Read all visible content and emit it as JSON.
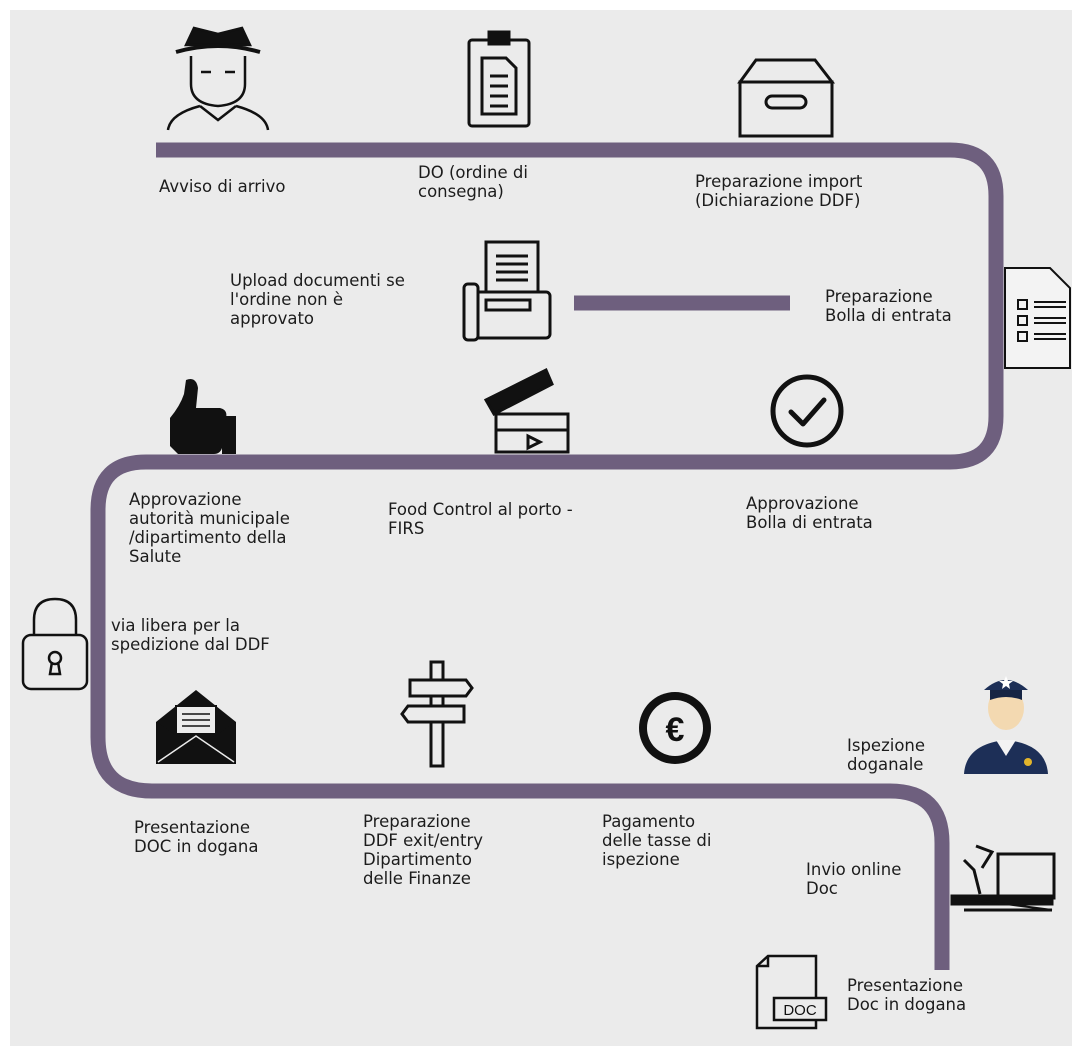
{
  "colors": {
    "path": "#6e5f7e",
    "background": "#ebebeb",
    "icon": "#111111"
  },
  "steps": [
    {
      "id": "avviso",
      "icon": "man-with-hat-icon",
      "lines": [
        "Avviso di arrivo"
      ]
    },
    {
      "id": "do",
      "icon": "clipboard-icon",
      "lines": [
        "DO (ordine di",
        "consegna)"
      ]
    },
    {
      "id": "prep-import",
      "icon": "archive-box-icon",
      "lines": [
        "Preparazione import",
        "(Dichiarazione DDF)"
      ]
    },
    {
      "id": "bolla-prep",
      "icon": "checklist-document-icon",
      "lines": [
        "Preparazione",
        "Bolla di entrata"
      ]
    },
    {
      "id": "upload",
      "icon": "fax-machine-icon",
      "lines": [
        "Upload documenti se",
        "l'ordine non è",
        "approvato"
      ]
    },
    {
      "id": "approv-mun",
      "icon": "thumbs-up-icon",
      "lines": [
        "Approvazione",
        "autorità municipale",
        "/dipartimento della",
        "Salute"
      ]
    },
    {
      "id": "food-control",
      "icon": "clapperboard-icon",
      "lines": [
        "Food Control al porto -",
        "FIRS"
      ]
    },
    {
      "id": "approv-bolla",
      "icon": "check-circle-icon",
      "lines": [
        "Approvazione",
        "Bolla di entrata"
      ]
    },
    {
      "id": "via-libera",
      "icon": "padlock-icon",
      "lines": [
        "via libera per la",
        "spedizione dal  DDF"
      ]
    },
    {
      "id": "pres-doc",
      "icon": "envelope-icon",
      "lines": [
        "Presentazione",
        "DOC in  dogana"
      ]
    },
    {
      "id": "ddf-exit",
      "icon": "signpost-icon",
      "lines": [
        "Preparazione",
        "DDF exit/entry",
        "Dipartimento",
        "delle Finanze"
      ]
    },
    {
      "id": "pagamento",
      "icon": "euro-coin-icon",
      "lines": [
        "Pagamento",
        "delle tasse di",
        "ispezione"
      ]
    },
    {
      "id": "ispezione",
      "icon": "customs-officer-icon",
      "lines": [
        "Ispezione",
        "doganale"
      ]
    },
    {
      "id": "invio",
      "icon": "desk-computer-icon",
      "lines": [
        "Invio online",
        "Doc"
      ]
    },
    {
      "id": "pres-doc-final",
      "icon": "doc-file-icon",
      "lines": [
        "Presentazione",
        "Doc in dogana"
      ]
    }
  ],
  "doc_icon_text": "DOC"
}
